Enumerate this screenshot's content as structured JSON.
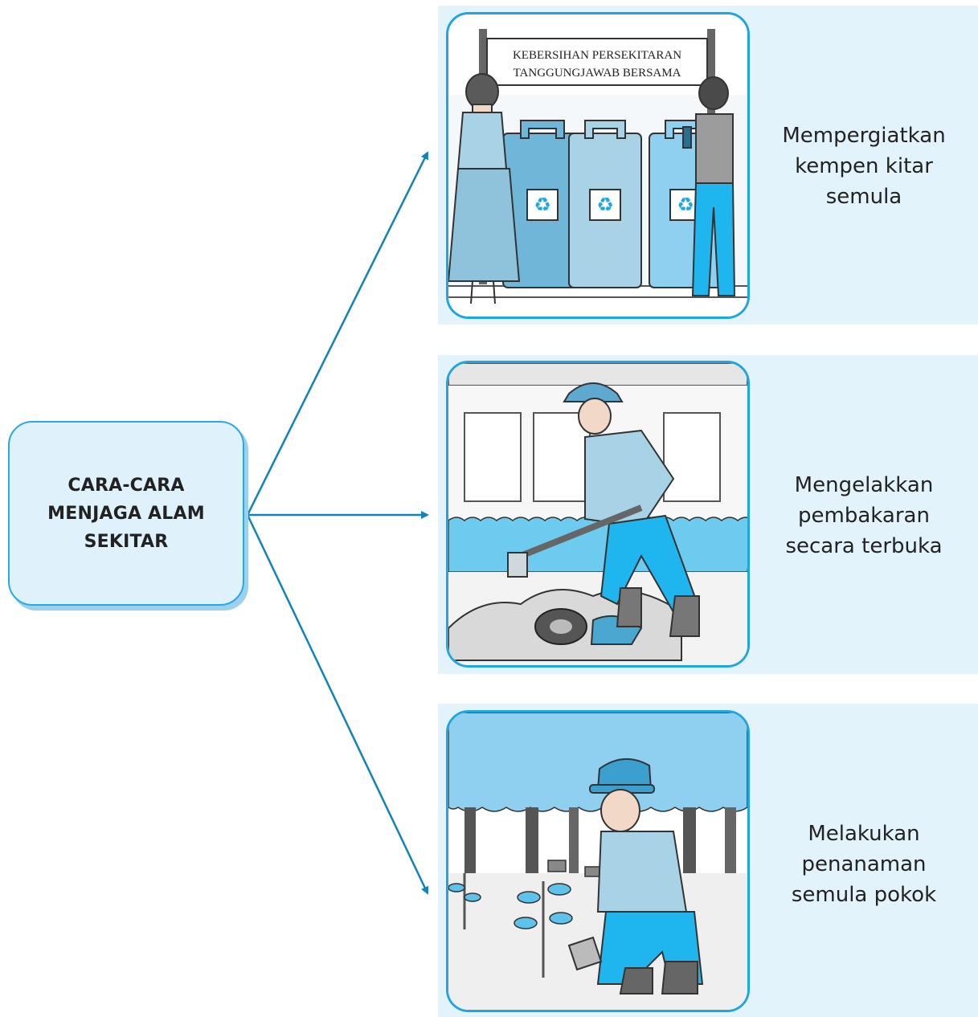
{
  "central": {
    "lines": [
      "CARA-CARA",
      "MENJAGA ALAM",
      "SEKITAR"
    ]
  },
  "branches": [
    {
      "caption": [
        "Mempergiatkan",
        "kempen kitar",
        "semula"
      ],
      "sign": [
        "KEBERSIHAN PERSEKITARAN",
        "TANGGUNGJAWAB BERSAMA"
      ]
    },
    {
      "caption": [
        "Mengelakkan",
        "pembakaran",
        "secara terbuka"
      ]
    },
    {
      "caption": [
        "Melakukan",
        "penanaman",
        "semula pokok"
      ]
    }
  ],
  "colors": {
    "accent": "#1fa6df",
    "arrow": "#0f83bb",
    "panel_bg": "#e3f3fb",
    "box_bg": "#dff2fb"
  }
}
